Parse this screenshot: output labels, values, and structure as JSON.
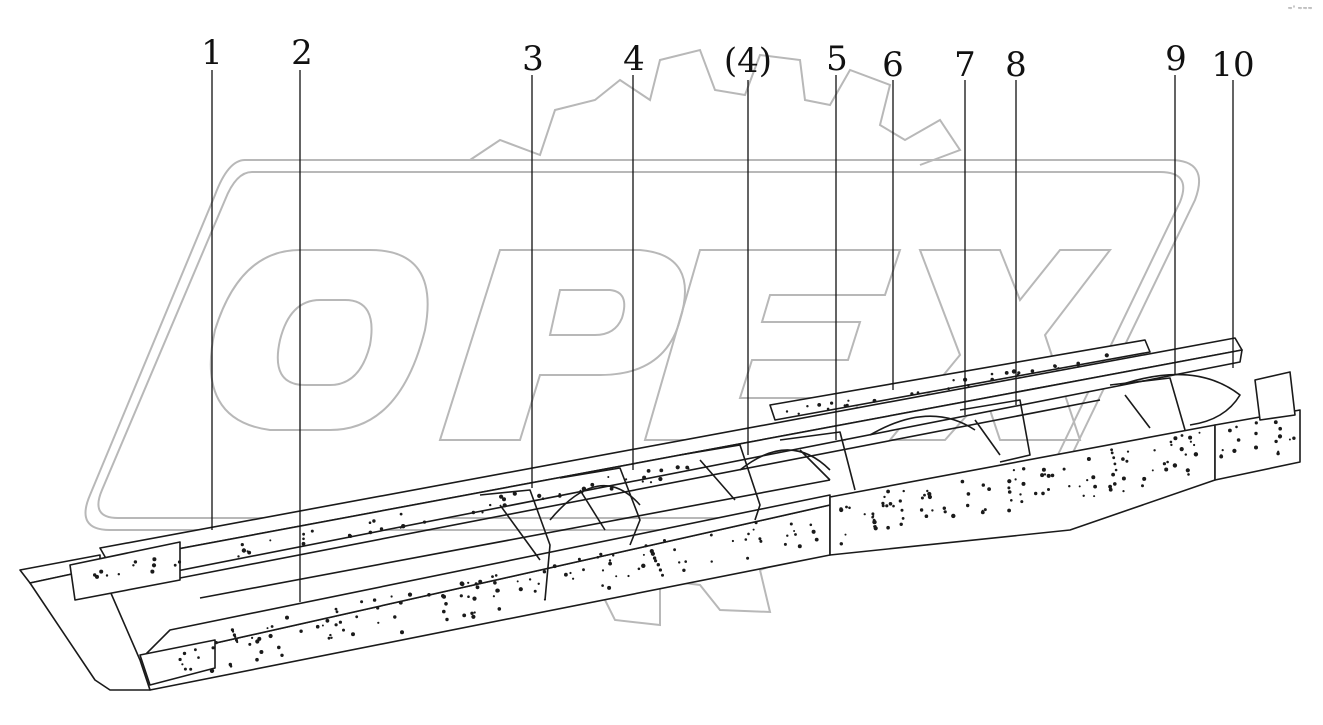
{
  "diagram": {
    "watermark_text": "OPEX",
    "corner_mark": "≈° ≈≈≈",
    "callouts": [
      {
        "label": "1"
      },
      {
        "label": "2"
      },
      {
        "label": "3"
      },
      {
        "label": "4"
      },
      {
        "label": "(4)"
      },
      {
        "label": "5"
      },
      {
        "label": "6"
      },
      {
        "label": "7"
      },
      {
        "label": "8"
      },
      {
        "label": "9"
      },
      {
        "label": "10"
      }
    ]
  }
}
